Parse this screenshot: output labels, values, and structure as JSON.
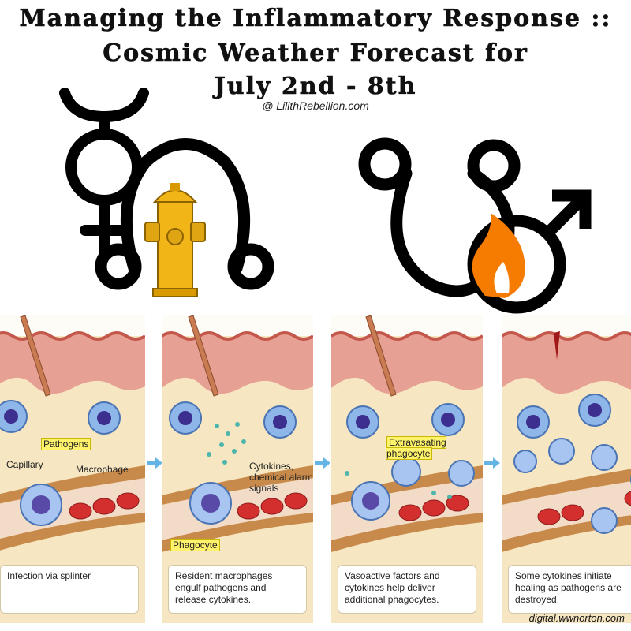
{
  "title": {
    "line1": "Managing the Inflammatory Response ::",
    "line2": "Cosmic Weather Forecast for",
    "line3": "July 2nd - 8th",
    "credit": "@ LilithRebellion.com"
  },
  "panels": [
    {
      "caption": "Infection via splinter",
      "labels": {
        "pathogens": "Pathogens",
        "capillary": "Capillary",
        "macrophage": "Macrophage"
      }
    },
    {
      "caption": "Resident macrophages engulf pathogens and release cytokines.",
      "labels": {
        "cytokines": "Cytokines, chemical alarm signals",
        "phagocyte": "Phagocyte"
      }
    },
    {
      "caption": "Vasoactive factors and cytokines help deliver additional phagocytes.",
      "labels": {
        "extravasating": "Extravasating phagocyte"
      }
    },
    {
      "caption": "Some cytokines initiate healing as pathogens are destroyed.",
      "labels": {}
    }
  ],
  "source": "digital.wwnorton.com",
  "icons": [
    "sedna-icon",
    "north-node-icon",
    "fire-hydrant-icon",
    "south-node-icon",
    "mars-icon",
    "flame-icon",
    "splinter-icon",
    "macrophage-icon",
    "arrow-right-icon"
  ],
  "colors": {
    "accent_arrow": "#64b5e6",
    "highlight": "#fff36b",
    "flame": "#f57c00",
    "hydrant": "#f2b517",
    "blood_cell": "#d32f2f"
  }
}
